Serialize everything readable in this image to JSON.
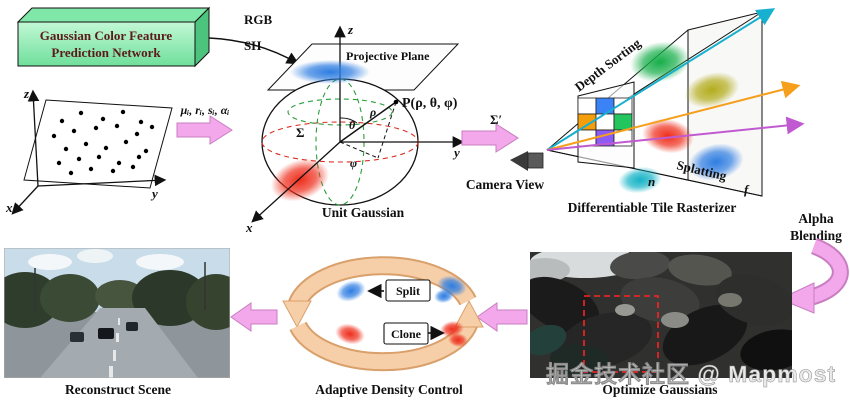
{
  "colors": {
    "arrow_pink": "#f3a8ec",
    "arrow_pink_edge": "#c87ec0",
    "ring_peach": "#f6cfa8",
    "ring_edge": "#d9a06b",
    "network_text": "#5c1a1a",
    "accent_red": "#ff2222"
  },
  "network_box": {
    "line1": "Gaussian Color Feature",
    "line2": "Prediction Network"
  },
  "inputs": {
    "rgb": "RGB",
    "sh": "SH",
    "params": "μᵢ, rᵢ, sᵢ, αᵢ"
  },
  "point_cloud": {
    "axis_x": "x",
    "axis_y": "y",
    "axis_z": "z"
  },
  "unit_gaussian": {
    "projective_plane": "Projective Plane",
    "point": "P(ρ, θ, φ)",
    "rho": "ρ",
    "theta": "θ",
    "phi": "φ",
    "sigma": "Σ",
    "axis_x": "x",
    "axis_y": "y",
    "axis_z": "z",
    "caption": "Unit Gaussian"
  },
  "camera": {
    "sigma_prime": "Σ′",
    "label": "Camera View"
  },
  "rasterizer": {
    "depth_sorting": "Depth Sorting",
    "splatting": "Splatting",
    "near": "n",
    "far": "f",
    "caption": "Differentiable Tile Rasterizer"
  },
  "alpha_blending": {
    "line1": "Alpha",
    "line2": "Blending"
  },
  "optimize": {
    "caption": "Optimize Gaussians"
  },
  "adaptive": {
    "split": "Split",
    "clone": "Clone",
    "caption": "Adaptive Density Control"
  },
  "reconstruct": {
    "caption": "Reconstruct Scene"
  },
  "watermark": "掘金技术社区 @ Mapmost"
}
